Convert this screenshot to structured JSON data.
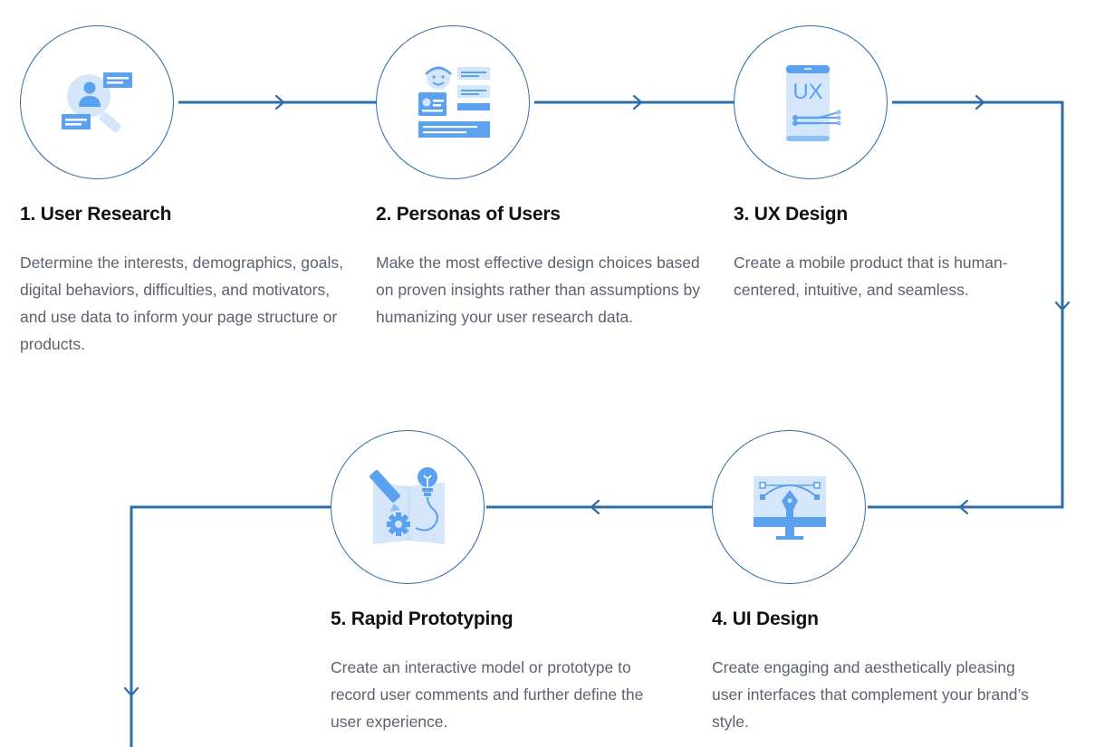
{
  "colors": {
    "line": "#2d6da8",
    "icon_light": "#d5e6fb",
    "icon_mid": "#8ec0f5",
    "icon_main": "#5aa2ef",
    "title": "#111111",
    "body": "#5b6270"
  },
  "steps": [
    {
      "title": "1. User Research",
      "description": "Determine the interests, demographics, goals, digital behaviors, difficulties, and motivators, and use data to inform your page structure or products.",
      "icon": "user-research-icon"
    },
    {
      "title": "2. Personas of Users",
      "description": "Make the most effective design choices based on proven insights rather than assumptions by humanizing your user research data.",
      "icon": "persona-profile-icon"
    },
    {
      "title": "3. UX Design",
      "description": "Create a mobile product that is human-centered, intuitive, and seamless.",
      "icon": "ux-mobile-icon",
      "icon_text": "UX"
    },
    {
      "title": "4. UI Design",
      "description": "Create engaging and aesthetically pleasing user interfaces that complement your brand’s style.",
      "icon": "pen-tool-monitor-icon"
    },
    {
      "title": "5. Rapid Prototyping",
      "description": "Create an interactive model or prototype to record user comments and further define the user experience.",
      "icon": "prototyping-tools-icon"
    }
  ]
}
